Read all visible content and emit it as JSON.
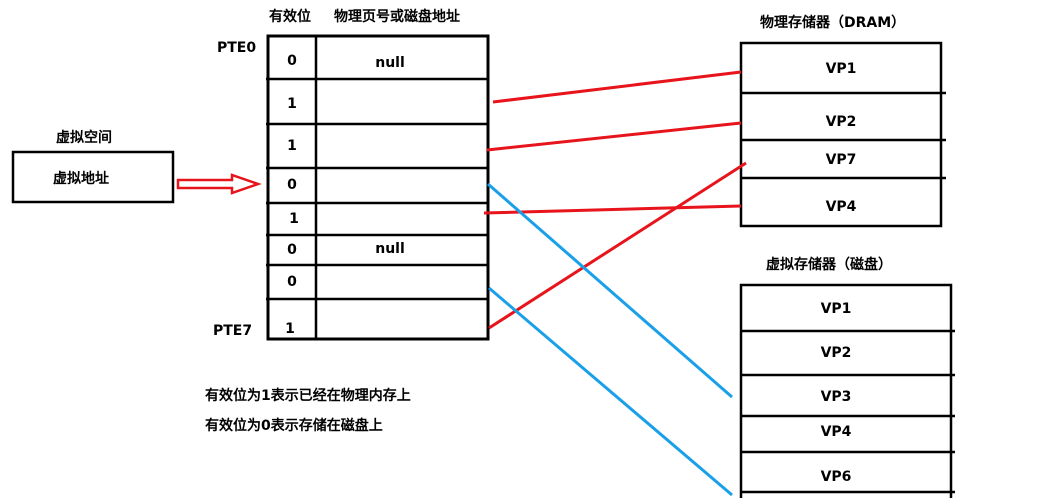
{
  "virtual_space": {
    "title": "虚拟空间",
    "box_label": "虚拟地址"
  },
  "page_table": {
    "header_valid": "有效位",
    "header_ppn": "物理页号或磁盘地址",
    "label_first": "PTE0",
    "label_last": "PTE7",
    "rows": [
      {
        "valid": "0",
        "addr": "null"
      },
      {
        "valid": "1",
        "addr": ""
      },
      {
        "valid": "1",
        "addr": ""
      },
      {
        "valid": "0",
        "addr": ""
      },
      {
        "valid": "1",
        "addr": ""
      },
      {
        "valid": "0",
        "addr": "null"
      },
      {
        "valid": "0",
        "addr": ""
      },
      {
        "valid": "1",
        "addr": ""
      }
    ]
  },
  "dram": {
    "title": "物理存储器（DRAM）",
    "pages": [
      "VP1",
      "VP2",
      "VP7",
      "VP4"
    ]
  },
  "disk": {
    "title": "虚拟存储器（磁盘）",
    "pages": [
      "VP1",
      "VP2",
      "VP3",
      "VP4",
      "VP6"
    ]
  },
  "notes": [
    "有效位为1表示已经在物理内存上",
    "有效位为0表示存储在磁盘上"
  ],
  "colors": {
    "resident_link": "#e8141c",
    "disk_link": "#1aa0e8",
    "arrow": "#e8141c"
  }
}
